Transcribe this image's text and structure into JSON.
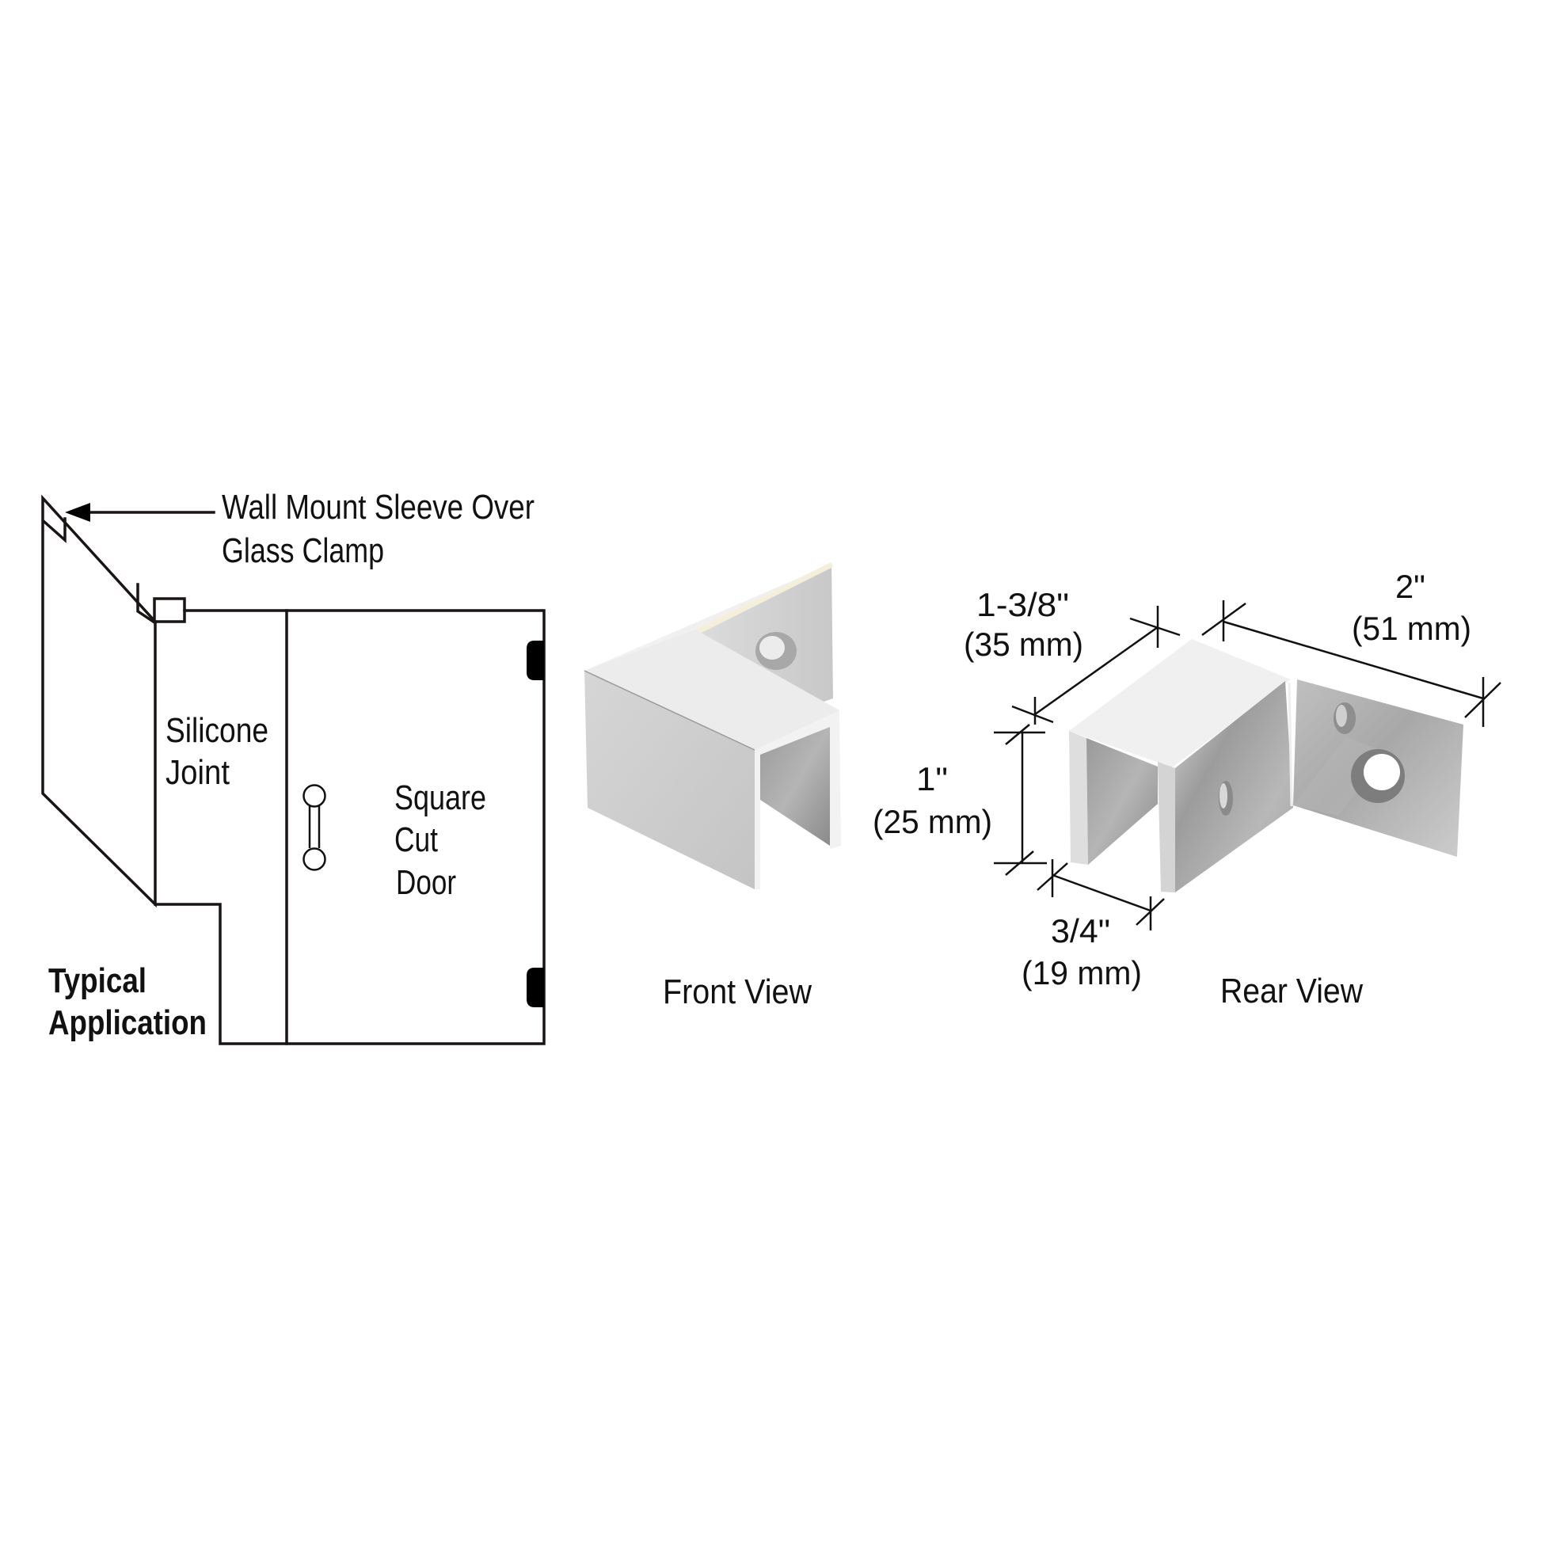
{
  "diagram": {
    "typical_application": {
      "title_line1": "Typical",
      "title_line2": "Application",
      "callout_line1": "Wall Mount Sleeve Over",
      "callout_line2": "Glass Clamp",
      "silicone_line1": "Silicone",
      "silicone_line2": "Joint",
      "door_line1": "Square",
      "door_line2": "Cut",
      "door_line3": "Door"
    },
    "front_view": {
      "caption": "Front View"
    },
    "rear_view": {
      "caption": "Rear View",
      "dimensions": {
        "depth": {
          "imperial": "1-3/8\"",
          "metric": "(35 mm)"
        },
        "length": {
          "imperial": "2\"",
          "metric": "(51 mm)"
        },
        "height": {
          "imperial": "1\"",
          "metric": "(25 mm)"
        },
        "width": {
          "imperial": "3/4\"",
          "metric": "(19 mm)"
        }
      }
    },
    "colors": {
      "line": "#1a1414",
      "background": "#ffffff",
      "chrome_light": "#e6e6e6",
      "chrome_mid": "#c9c9c9",
      "chrome_dark": "#8e8e8e",
      "hinge": "#000000"
    }
  }
}
